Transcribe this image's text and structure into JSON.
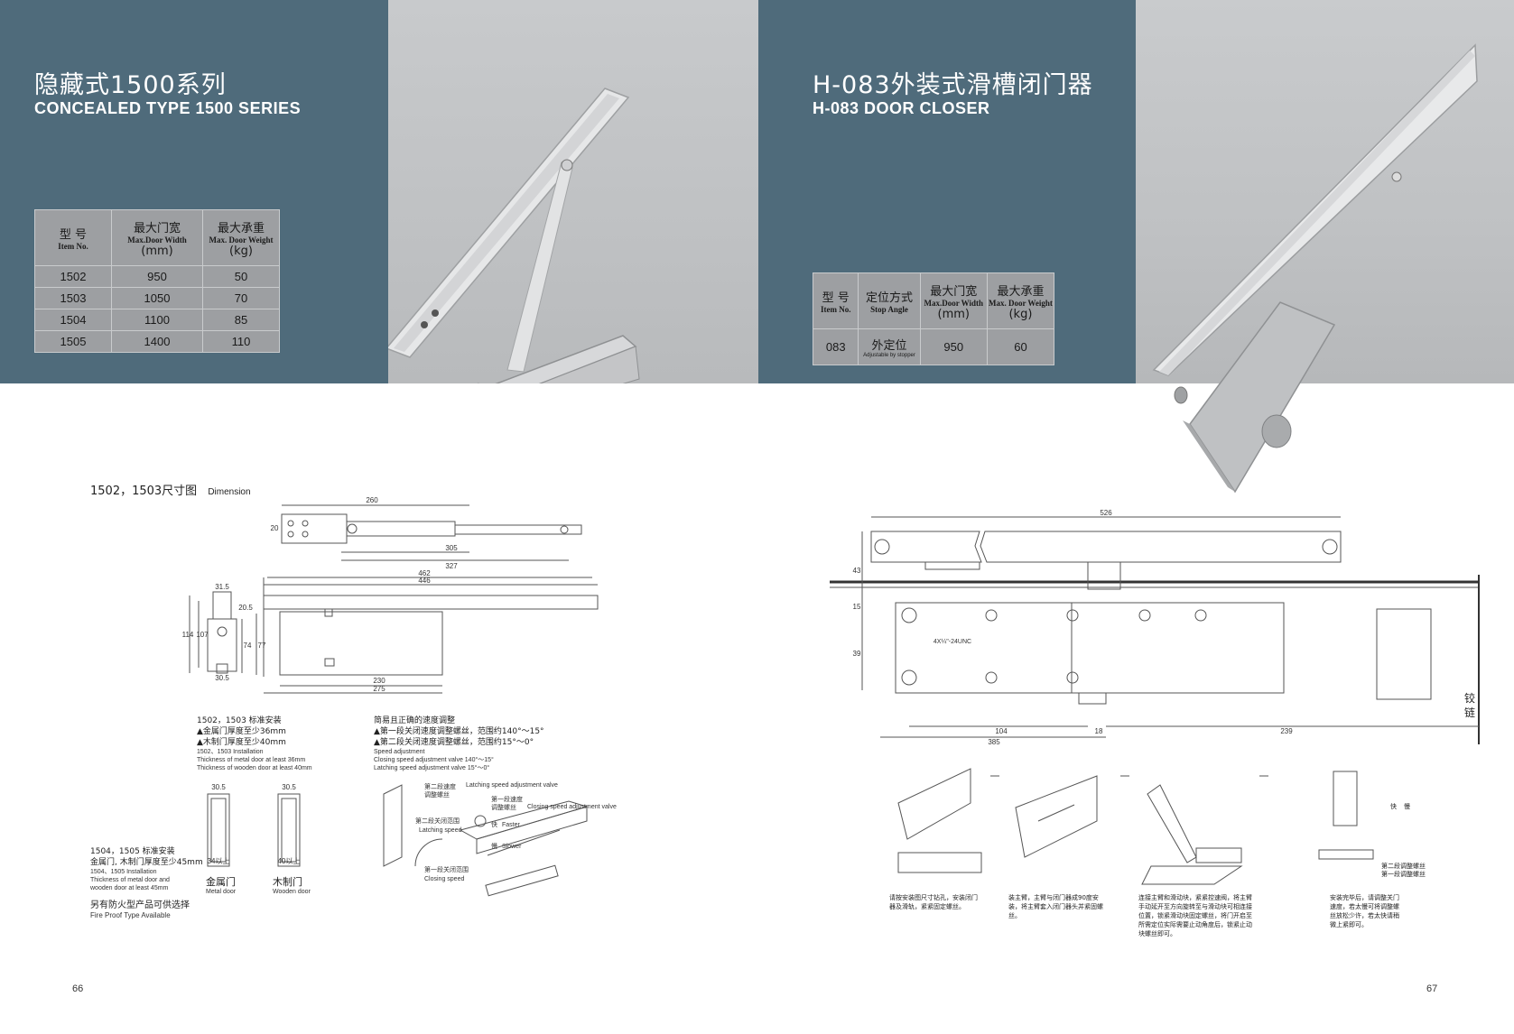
{
  "left": {
    "title_cn": "隐藏式1500系列",
    "title_en": "CONCEALED TYPE 1500 SERIES",
    "table": {
      "headers": [
        {
          "cn": "型 号",
          "en": "Item No.",
          "unit": ""
        },
        {
          "cn": "最大门宽",
          "en": "Max.Door Width",
          "unit": "(mm)"
        },
        {
          "cn": "最大承重",
          "en": "Max. Door Weight",
          "unit": "(kg)"
        }
      ],
      "rows": [
        [
          "1502",
          "950",
          "50"
        ],
        [
          "1503",
          "1050",
          "70"
        ],
        [
          "1504",
          "1100",
          "85"
        ],
        [
          "1505",
          "1400",
          "110"
        ]
      ]
    },
    "dimension_heading": "1502，1503尺寸图",
    "dimension_heading_en": "Dimension",
    "dims": {
      "d260": "260",
      "d20": "20",
      "d305": "305",
      "d327": "327",
      "d462": "462",
      "d446": "446",
      "d31_5": "31.5",
      "d20_5": "20.5",
      "d114": "114",
      "d107": "107",
      "d74": "74",
      "d77": "77",
      "d30_5": "30.5",
      "d230": "230",
      "d275": "275"
    },
    "install_1502": {
      "title": "1502，1503 标准安装",
      "line1": "▲金属门厚度至少36mm",
      "line2": "▲木制门厚度至少40mm",
      "en_title": "1502、1503 Installation",
      "en1": "Thickness of metal door at least 36mm",
      "en2": "Thickness of wooden door at least 40mm"
    },
    "speed": {
      "title": "简易且正确的速度调整",
      "line1": "▲第一段关闭速度调整螺丝，范围约140°～15°",
      "line2": "▲第二段关闭速度调整螺丝，范围约15°～0°",
      "en_title": "Speed adjustment",
      "en1": "Closing speed adjustment valve 140°～15°",
      "en2": "Latching speed adjustment valve 15°～0°"
    },
    "install_1504": {
      "title": "1504，1505 标准安装",
      "line1": "金属门, 木制门厚度至少45mm",
      "en1": "1504、1505 Installation",
      "en2": "Thickness of metal door and",
      "en3": "wooden door at least 45mm"
    },
    "metal_door": {
      "w": "30.5",
      "label": "34以上",
      "cn": "金属门",
      "en": "Metal door"
    },
    "wooden_door": {
      "w": "30.5",
      "label": "40以上",
      "cn": "木制门",
      "en": "Wooden door"
    },
    "valve_labels": {
      "second_valve_cn": "第二段速度",
      "second_valve_cn2": "调整螺丝",
      "latching_valve_en": "Latching speed adjustment valve",
      "first_valve_cn": "第一段速度",
      "first_valve_cn2": "调整螺丝",
      "closing_valve_en": "Closing speed adjustment valve",
      "second_range_cn": "第二段关闭范围",
      "latching_speed_en": "Latching speed",
      "faster": "Faster",
      "fast_cn": "快",
      "slow_cn": "慢",
      "slower": "Slower",
      "first_range_cn": "第一段关闭范围",
      "closing_speed_en": "Closing speed"
    },
    "fireproof_cn": "另有防火型产品可供选择",
    "fireproof_en": "Fire Proof Type Available",
    "page_number": "66"
  },
  "right": {
    "title_cn": "H-083外装式滑槽闭门器",
    "title_en": "H-083 DOOR CLOSER",
    "table": {
      "headers": [
        {
          "cn": "型 号",
          "en": "Item No.",
          "unit": ""
        },
        {
          "cn": "定位方式",
          "en": "Stop Angle",
          "unit": ""
        },
        {
          "cn": "最大门宽",
          "en": "Max.Door Width",
          "unit": "(mm)"
        },
        {
          "cn": "最大承重",
          "en": "Max. Door Weight",
          "unit": "(kg)"
        }
      ],
      "row": [
        "083",
        "外定位",
        "950",
        "60"
      ],
      "row_sub": "Adjustable by stopper"
    },
    "dims": {
      "d526": "526",
      "d43": "43",
      "d15": "15",
      "d39": "39",
      "d104": "104",
      "d18": "18",
      "d385": "385",
      "d239": "239",
      "thread": "4X¼\"-24UNC"
    },
    "hinge_label": "铰\n链",
    "steps": [
      "请按安装图尺寸钻孔，安装闭门器及滑轨，紧紧固定螺丝。",
      "装主臂，主臂与闭门器成90度安装，将主臂套入闭门器头并紧固螺丝。",
      "连接主臂和滑动块，紧紧控速阀，将主臂手动延开至方向旋转至与滑动块可相连接位置，锁紧滑动块固定螺丝，将门开启至所需定位实际需要止动角度后，锁紧止动块螺丝即可。",
      "安装完毕后，请调整关门速度，若太慢可将调整螺丝放松少许，若太快请稍微上紧即可。"
    ],
    "step4_labels": {
      "fast": "快",
      "slow": "慢",
      "v2": "第二段调整螺丝",
      "v1": "第一段调整螺丝"
    },
    "page_number": "67"
  }
}
